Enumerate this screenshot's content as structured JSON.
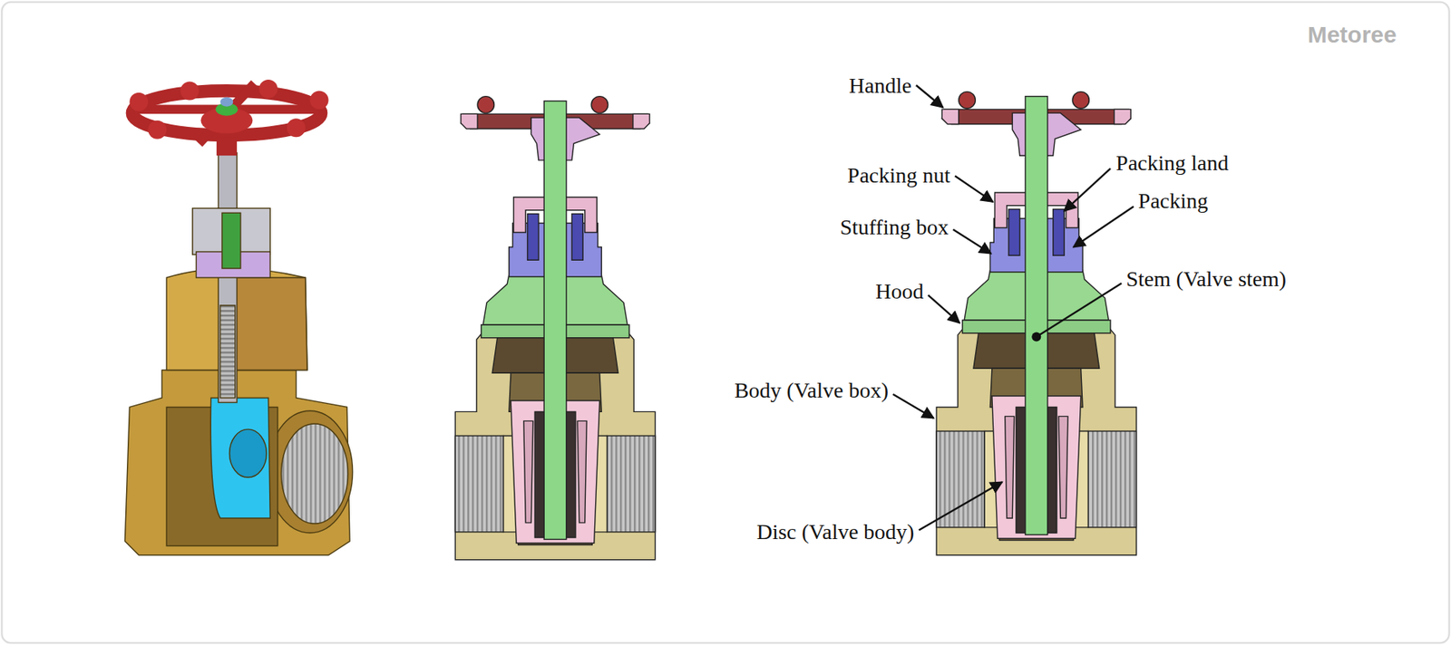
{
  "diagram": {
    "labels": [
      "Metoree",
      "Handle",
      "Packing land",
      "Packing nut",
      "Packing",
      "Stuffing box",
      "Stem (Valve stem)",
      "Hood",
      "Body (Valve box)",
      "Disc (Valve body)"
    ]
  }
}
